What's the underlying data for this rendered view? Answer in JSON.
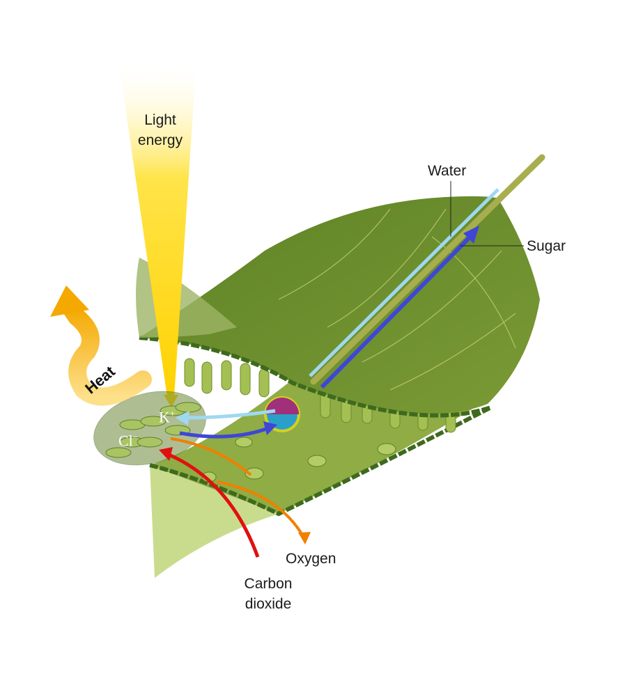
{
  "labels": {
    "light": [
      "Light",
      "energy"
    ],
    "water": "Water",
    "sugar": "Sugar",
    "heat": "Heat",
    "potassium": "K",
    "potassium_charge": "+",
    "chloride": "Cl",
    "chloride_charge": "−",
    "oxygen": "Oxygen",
    "carbon_dioxide": [
      "Carbon",
      "dioxide"
    ]
  },
  "colors": {
    "leaf": "#6f8f2e",
    "leaf_light": "#c9dc8e",
    "light_beam": "#ffdd00",
    "heat": "#f6b000",
    "water": "#9fd8f0",
    "sugar": "#3f46d6",
    "oxygen": "#f08000",
    "carbon_dioxide": "#e01010"
  }
}
